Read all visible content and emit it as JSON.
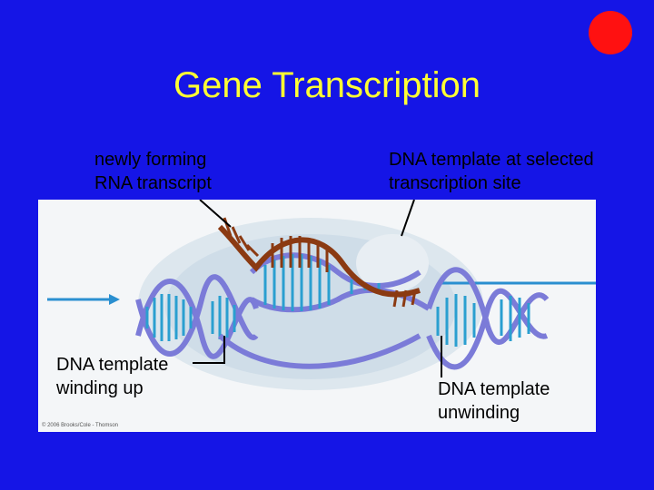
{
  "slide": {
    "title": "Gene Transcription"
  },
  "labels": {
    "newly_forming_line1": "newly forming",
    "newly_forming_line2": "RNA transcript",
    "template_site_line1": "DNA template at selected",
    "template_site_line2": "transcription site",
    "winding_line1": "DNA template",
    "winding_line2": "winding up",
    "unwinding_line1": "DNA template",
    "unwinding_line2": "unwinding"
  },
  "figure": {
    "copyright": "© 2006 Brooks/Cole - Thomson"
  },
  "colors": {
    "background": "#1515e6",
    "title": "#ffff33",
    "record_dot": "#ff1111",
    "dna_backbone": "#7b7bd8",
    "dna_rungs": "#2a9fd0",
    "rna": "#8b3a12",
    "arrow": "#2a8fd0"
  }
}
